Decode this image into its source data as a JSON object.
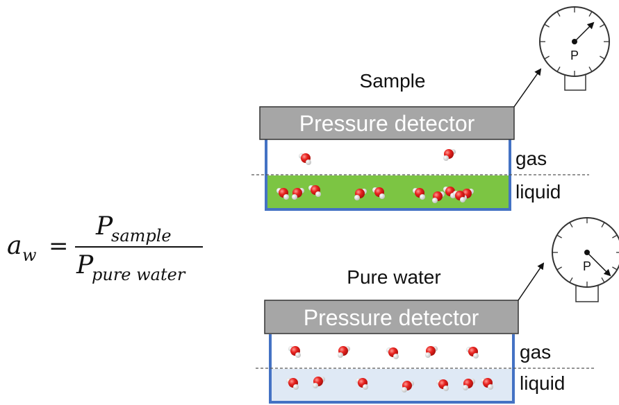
{
  "formula": {
    "lhs_symbol": "a",
    "lhs_subscript": "w",
    "equals": "=",
    "numerator_symbol": "P",
    "numerator_subscript": "sample",
    "denominator_symbol": "P",
    "denominator_subscript": "pure water"
  },
  "panels": [
    {
      "title": "Sample",
      "detector_label": "Pressure detector",
      "gas_label": "gas",
      "liquid_label": "liquid",
      "gauge_label": "P",
      "liquid_color": "#7cc543",
      "gas_molecules": 2,
      "liquid_molecules": 10
    },
    {
      "title": "Pure water",
      "detector_label": "Pressure detector",
      "gas_label": "gas",
      "liquid_label": "liquid",
      "gauge_label": "P",
      "liquid_color": "#dfe9f5",
      "gas_molecules": 5,
      "liquid_molecules": 7
    }
  ],
  "colors": {
    "container_border": "#4472c4",
    "detector_fill": "#a6a6a6",
    "oxygen": "#e8231f",
    "hydrogen": "#f2f2f2"
  }
}
